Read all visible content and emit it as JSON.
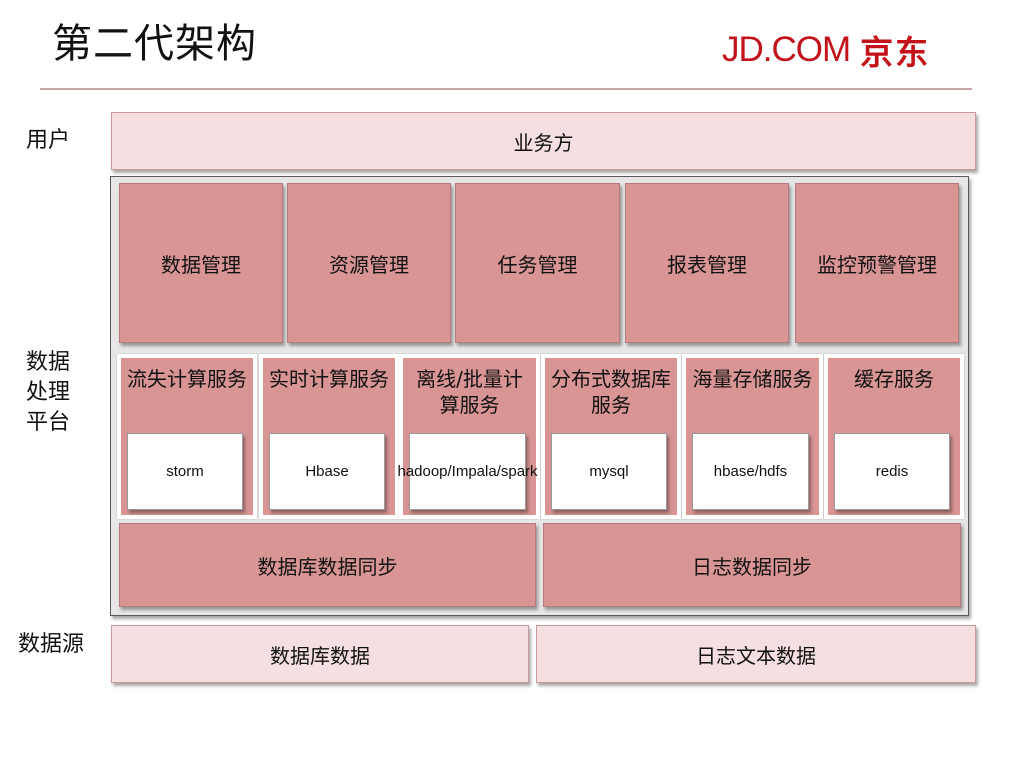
{
  "title": "第二代架构",
  "logo": {
    "en": "JD.COM",
    "cn": "京东"
  },
  "rows": {
    "users": {
      "label": "用户",
      "box": "业务方"
    },
    "platform": {
      "label_lines": [
        "数据",
        "处理",
        "平台"
      ],
      "management": [
        "数据管理",
        "资源管理",
        "任务管理",
        "报表管理",
        "监控预警管理"
      ],
      "services": [
        {
          "label": "流失计算服务",
          "tech": "storm"
        },
        {
          "label": "实时计算服务",
          "tech": "Hbase"
        },
        {
          "label": "离线/批量计算服务",
          "tech": "hadoop/Impala/spark"
        },
        {
          "label": "分布式数据库服务",
          "tech": "mysql"
        },
        {
          "label": "海量存储服务",
          "tech": "hbase/hdfs"
        },
        {
          "label": "缓存服务",
          "tech": "redis"
        }
      ],
      "sync": [
        "数据库数据同步",
        "日志数据同步"
      ]
    },
    "sources": {
      "label": "数据源",
      "boxes": [
        "数据库数据",
        "日志文本数据"
      ]
    }
  },
  "colors": {
    "accent": "#c4121b",
    "light_box": "#f5dfe0",
    "dark_box": "#d89594",
    "platform_bg": "#e6e6e6"
  }
}
